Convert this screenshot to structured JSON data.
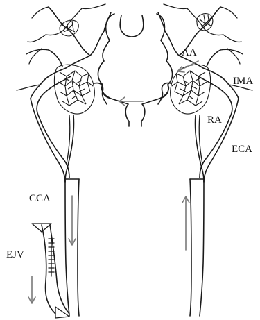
{
  "labels": {
    "aa": "AA",
    "ima": "IMA",
    "ra": "RA",
    "eca": "ECA",
    "cca": "CCA",
    "ejv": "EJV"
  },
  "colors": {
    "vessel": "#1a1a1a",
    "flow_arrow": "#7a7a7a",
    "background": "#ffffff"
  }
}
